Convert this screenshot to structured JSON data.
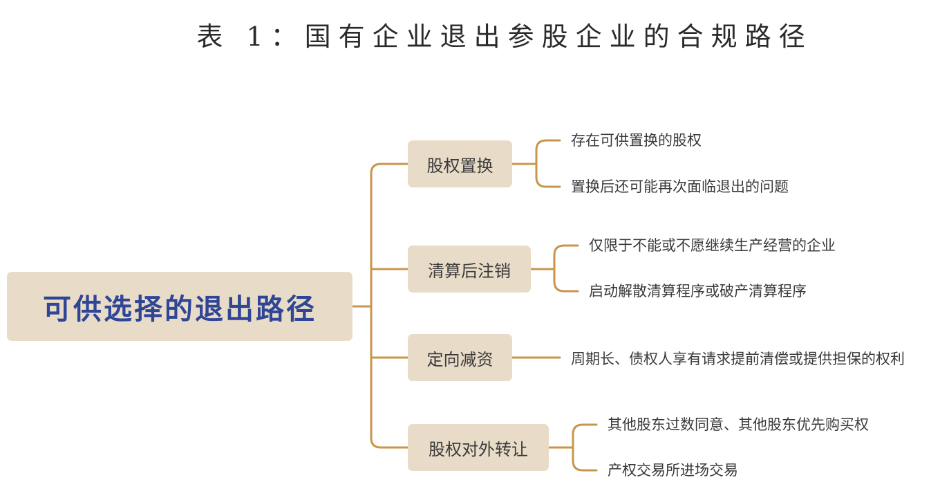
{
  "title": "表 1：国有企业退出参股企业的合规路径",
  "root": "可供选择的退出路径",
  "branches": [
    {
      "label": "股权置换",
      "leaves": [
        "存在可供置换的股权",
        "置换后还可能再次面临退出的问题"
      ]
    },
    {
      "label": "清算后注销",
      "leaves": [
        "仅限于不能或不愿继续生产经营的企业",
        "启动解散清算程序或破产清算程序"
      ]
    },
    {
      "label": "定向减资",
      "leaves": [
        "周期长、债权人享有请求提前清偿或提供担保的权利"
      ]
    },
    {
      "label": "股权对外转让",
      "leaves": [
        "其他股东过数同意、其他股东优先购买权",
        "产权交易所进场交易"
      ]
    }
  ],
  "colors": {
    "box_fill": "#e8dcc8",
    "connector": "#c8964a",
    "root_text": "#2f4596"
  }
}
